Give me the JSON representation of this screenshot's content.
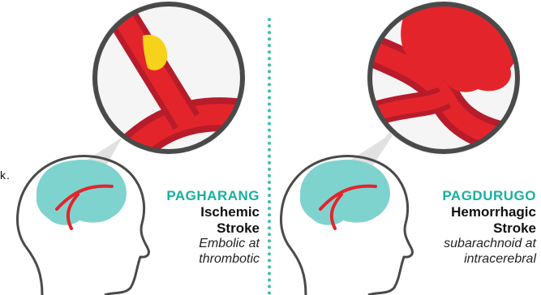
{
  "edge_text": "k.",
  "ischemic": {
    "kicker": "PAGHARANG",
    "title_line1": "Ischemic",
    "title_line2": "Stroke",
    "sub_line1": "Embolic at",
    "sub_line2": "thrombotic"
  },
  "hemorrhagic": {
    "kicker": "PAGDURUGO",
    "title_line1": "Hemorrhagic",
    "title_line2": "Stroke",
    "sub_line1": "subarachnoid at",
    "sub_line2": "intracerebral"
  },
  "colors": {
    "accent_teal": "#18b09f",
    "brain_teal": "#7fd3cf",
    "artery_red": "#e4242b",
    "artery_dark": "#b71c2a",
    "clot_yellow": "#f7d21a",
    "lens_gray": "#b3b3b3"
  }
}
